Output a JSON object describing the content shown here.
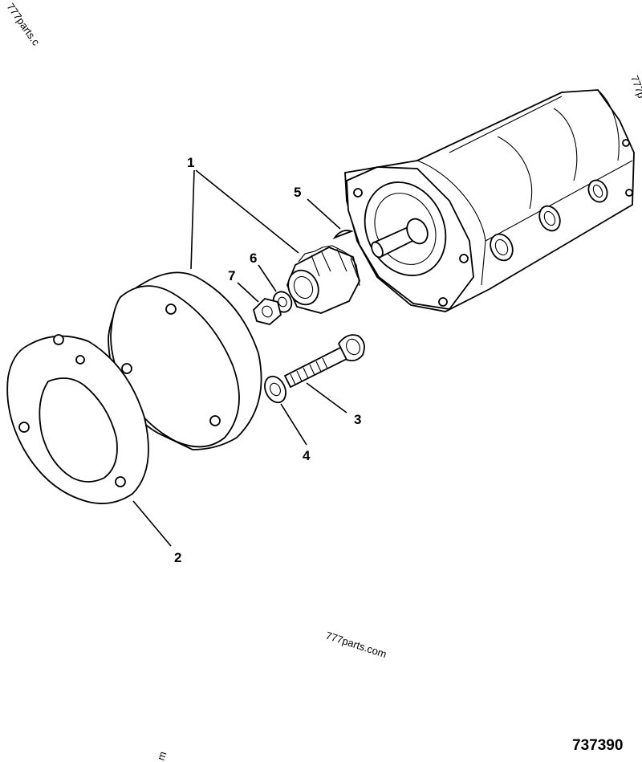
{
  "callouts": [
    {
      "id": "1",
      "text": "1"
    },
    {
      "id": "2",
      "text": "2"
    },
    {
      "id": "3",
      "text": "3"
    },
    {
      "id": "4",
      "text": "4"
    },
    {
      "id": "5",
      "text": "5"
    },
    {
      "id": "6",
      "text": "6"
    },
    {
      "id": "7",
      "text": "7"
    }
  ],
  "watermarks": {
    "center": "777parts.com",
    "top_left": "777parts.c",
    "top_right": "777p",
    "bottom": "m"
  },
  "drawing_number": "737390"
}
